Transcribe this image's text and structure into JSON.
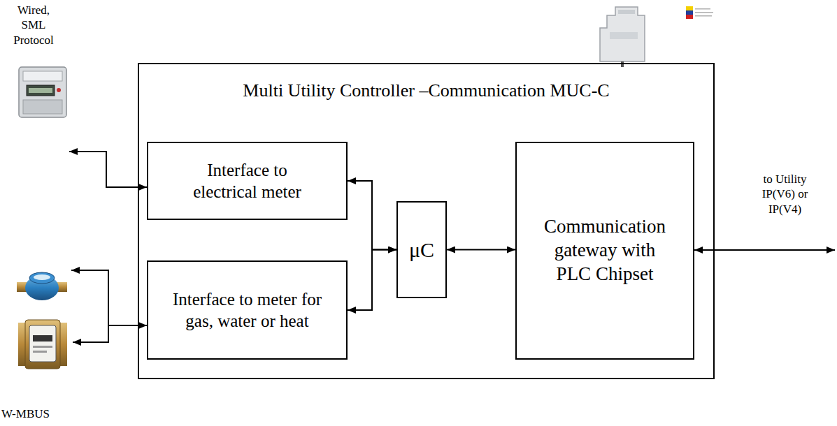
{
  "diagram": {
    "nodes": [
      {
        "text": [
          "Multi Utility Controller –Communication MUC-C"
        ]
      },
      {
        "text": [
          "Interface to electrical meter"
        ],
        "in": 0
      },
      {
        "text": [
          "Interface to meter for gas, water or heat"
        ],
        "in": 0
      },
      {
        "text": [
          "μC"
        ],
        "in": 0
      },
      {
        "text": [
          "Communication gateway with PLC Chipset"
        ],
        "in": 0
      }
    ],
    "edges": [
      {
        "from": 1,
        "to": 3,
        "arrow": "both"
      },
      {
        "from": 2,
        "to": 3,
        "arrow": "both"
      },
      {
        "from": 3,
        "to": 4,
        "arrow": "both"
      }
    ],
    "labels": [
      "Wired, SML Protocol",
      "W-MBUS",
      "to Utility IP(V6) or IP(V4)"
    ]
  }
}
